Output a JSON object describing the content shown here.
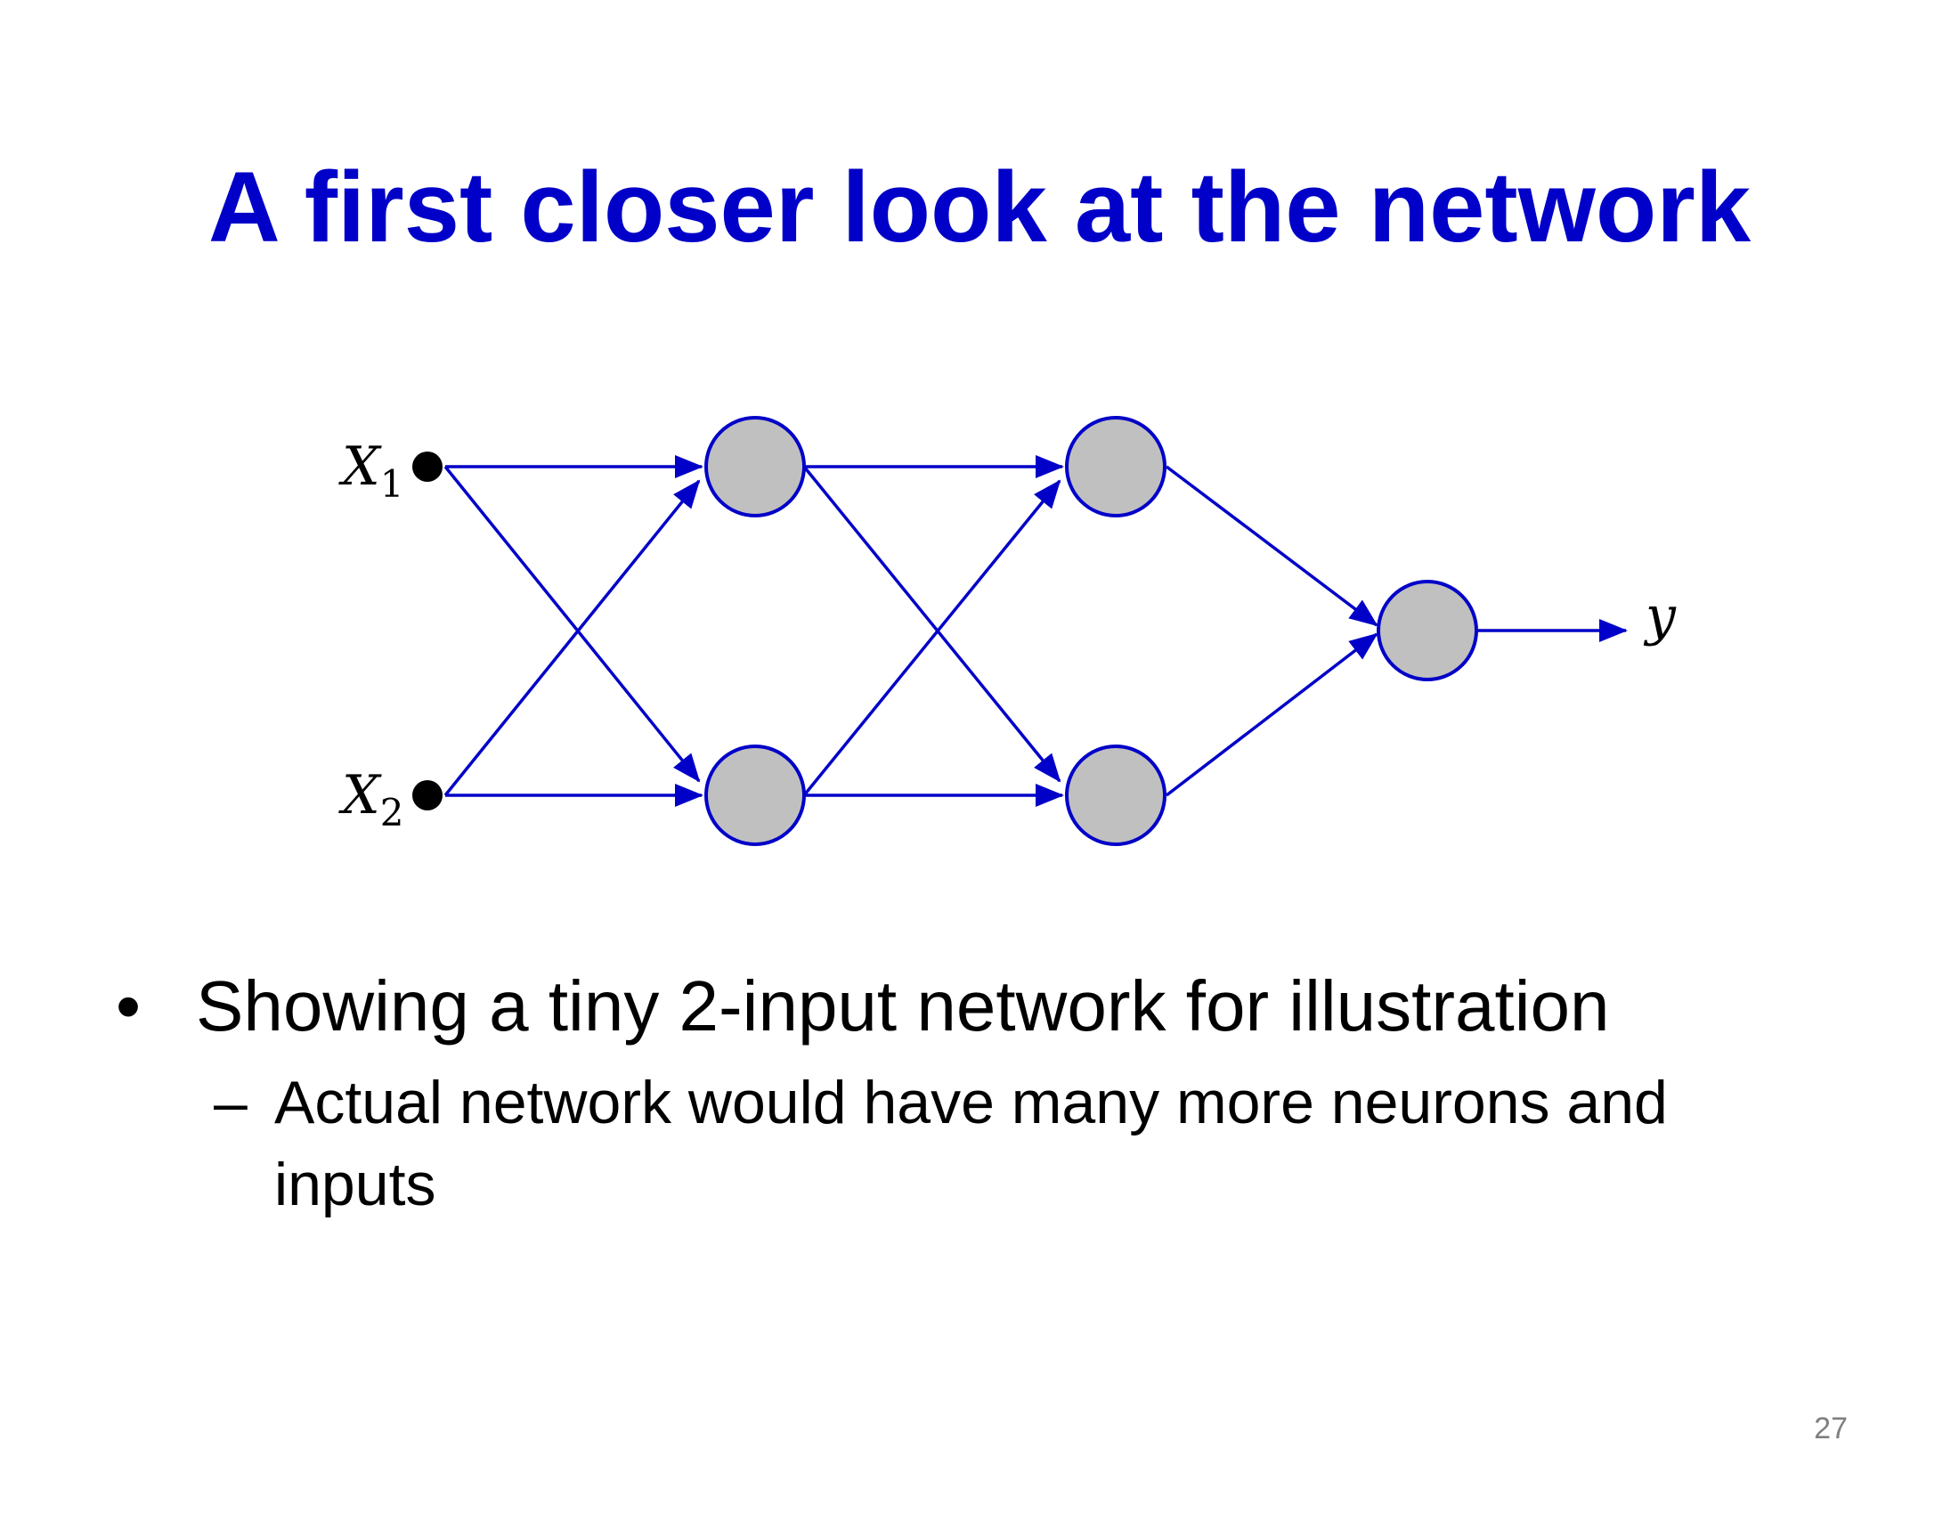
{
  "slide": {
    "title": "A first closer look at the network",
    "page_number": "27"
  },
  "diagram": {
    "inputs": [
      {
        "id": "x1",
        "label": "X",
        "subscript": "1"
      },
      {
        "id": "x2",
        "label": "X",
        "subscript": "2"
      }
    ],
    "output_label": "y",
    "layers": [
      {
        "name": "hidden-layer-1",
        "neurons": 2
      },
      {
        "name": "hidden-layer-2",
        "neurons": 2
      },
      {
        "name": "output-layer",
        "neurons": 1
      }
    ],
    "colors": {
      "edge": "#0000c8",
      "neuron_fill": "#c0c0c0",
      "neuron_stroke": "#0000c8",
      "input_node": "#000000",
      "title": "#0000c8"
    }
  },
  "bullets": [
    {
      "marker": "•",
      "text": "Showing a tiny 2-input network for illustration",
      "sub": [
        {
          "marker": "–",
          "text": "Actual network would have many more neurons and inputs"
        }
      ]
    }
  ]
}
